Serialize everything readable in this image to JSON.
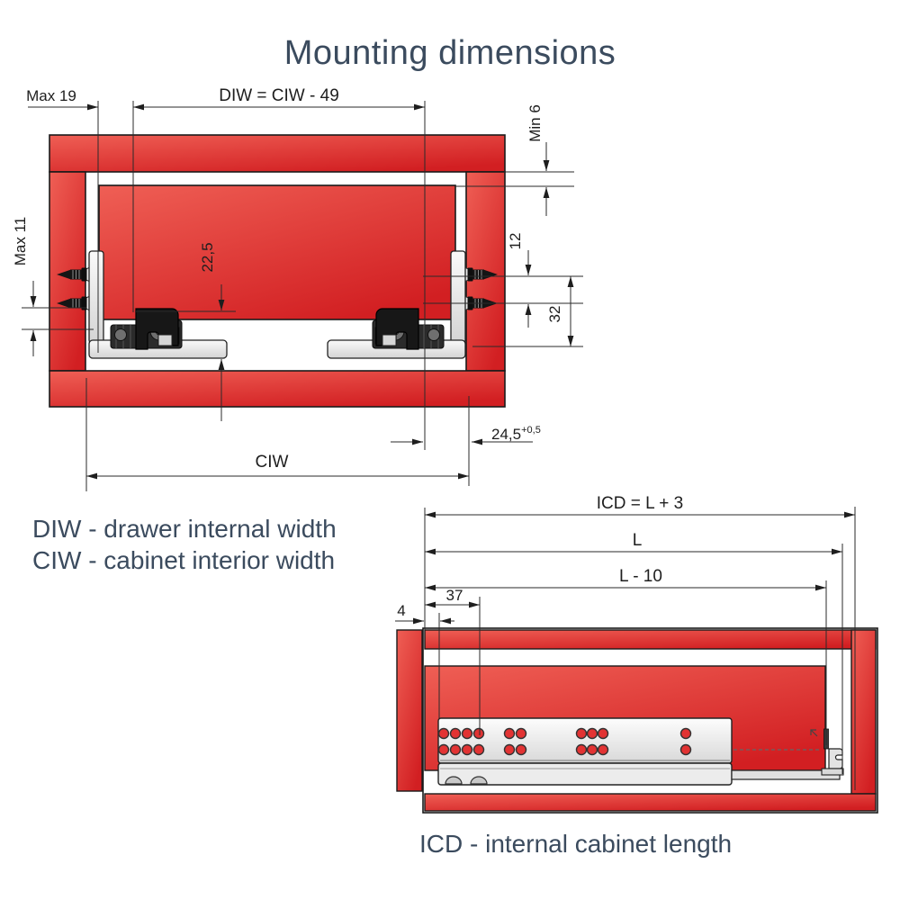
{
  "title": "Mounting dimensions",
  "top_diagram": {
    "dim_max19": "Max 19",
    "dim_diw": "DIW = CIW - 49",
    "dim_min6": "Min 6",
    "dim_max11": "Max 11",
    "dim_22_5": "22,5",
    "dim_12": "12",
    "dim_32": "32",
    "dim_24_5": "24,5",
    "dim_24_5_tol": "+0,5",
    "dim_ciw": "CIW",
    "legend": [
      "DIW - drawer internal width",
      "CIW - cabinet interior width"
    ]
  },
  "bottom_diagram": {
    "dim_icd": "ICD = L + 3",
    "dim_l": "L",
    "dim_l10": "L - 10",
    "dim_37": "37",
    "dim_4": "4",
    "legend": "ICD - internal cabinet length"
  },
  "colors": {
    "panel_red": "#e04038",
    "hole_red": "#e23333",
    "heading_text": "#3b4b5e",
    "dimension_text": "#1e1e1e"
  }
}
